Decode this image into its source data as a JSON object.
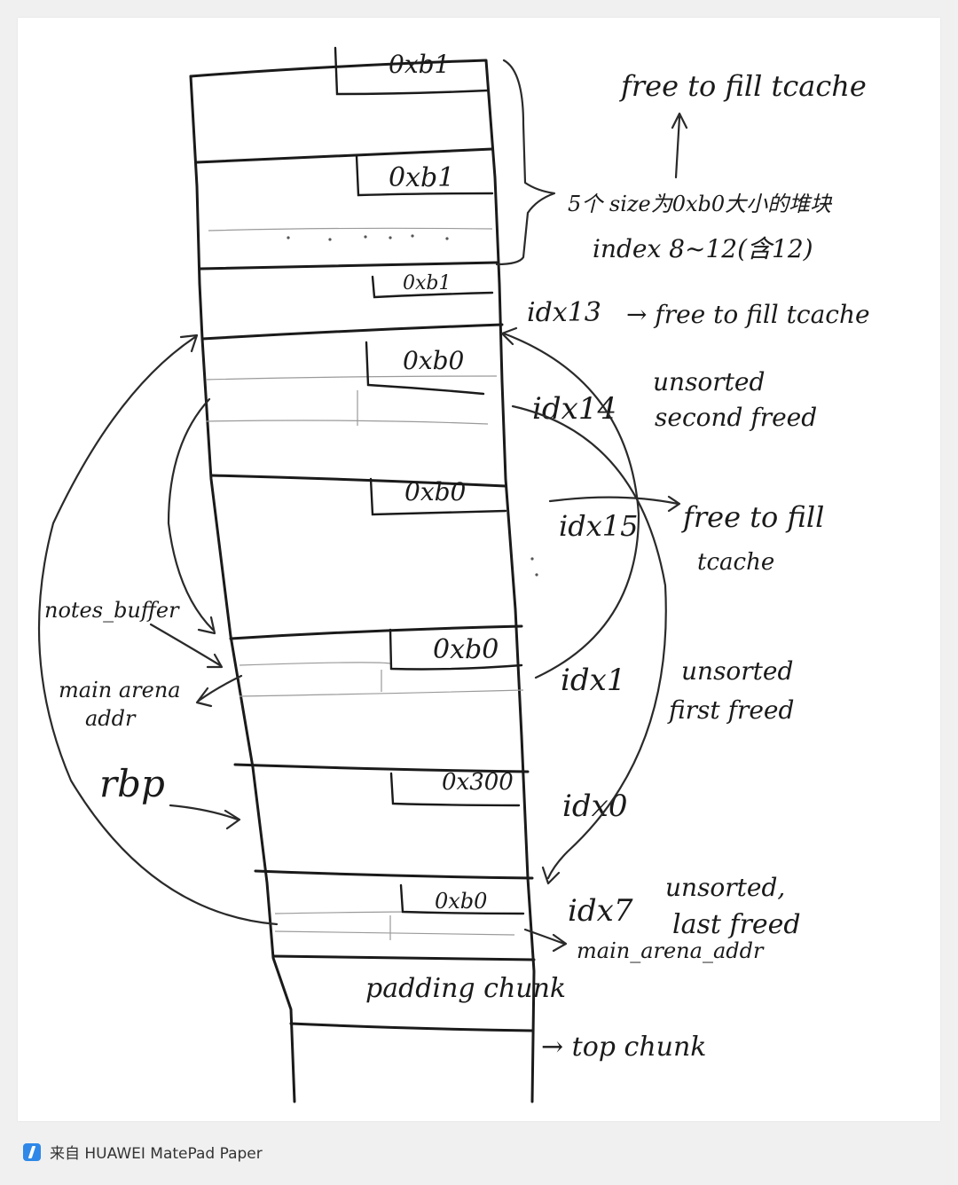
{
  "diagram": {
    "chunk_sizes": {
      "tcache_1": "0xb1",
      "tcache_2": "0xb1",
      "tcache_3": "0xb1",
      "idx14": "0xb0",
      "idx15": "0xb0",
      "idx1": "0xb0",
      "idx0": "0x300",
      "idx7": "0xb0"
    },
    "chunk_labels": {
      "padding": "padding chunk"
    },
    "annotations": {
      "free_fill_top": "free to fill tcache",
      "five_chunks": "5个 size为0xb0大小的堆块",
      "index_range": "index 8~12(含12)",
      "idx13": "idx13",
      "idx13_note": "→ free to fill tcache",
      "idx14": "idx14",
      "idx14_note_1": "unsorted",
      "idx14_note_2": "second freed",
      "idx15": "idx15",
      "idx15_note_1": "free to fill",
      "idx15_note_2": "tcache",
      "idx1": "idx1",
      "idx1_note_1": "unsorted",
      "idx1_note_2": "first freed",
      "idx0": "idx0",
      "idx7": "idx7",
      "idx7_note_1": "unsorted,",
      "idx7_note_2": "last freed",
      "main_arena_addr_right": "main_arena_addr",
      "top_chunk": "→ top chunk"
    },
    "left_labels": {
      "notes_buffer": "notes_buffer",
      "main_arena_1": "main arena",
      "main_arena_2": "addr",
      "rbp": "rbp"
    }
  },
  "footer": {
    "app_icon": "huawei-notes-icon",
    "source_text": "来自 HUAWEI MatePad Paper"
  }
}
